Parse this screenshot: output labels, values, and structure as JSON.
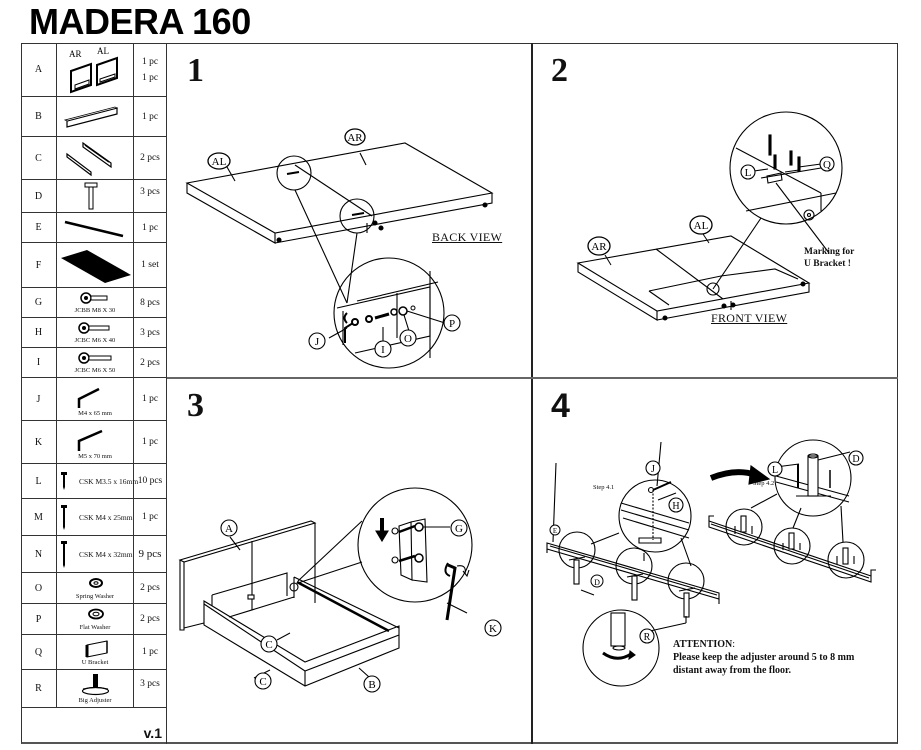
{
  "document": {
    "title": "MADERA 160",
    "version": "v.1"
  },
  "parts": [
    {
      "id": "A",
      "labels": [
        "AR",
        "AL"
      ],
      "qty": [
        "1 pc",
        "1 pc"
      ],
      "icon": "headboard-panels-icon"
    },
    {
      "id": "B",
      "qty": [
        "1 pc"
      ],
      "icon": "foot-board-icon"
    },
    {
      "id": "C",
      "qty": [
        "2 pcs"
      ],
      "icon": "side-rails-icon"
    },
    {
      "id": "D",
      "qty": [
        "3 pcs"
      ],
      "icon": "support-leg-icon"
    },
    {
      "id": "E",
      "qty": [
        "1 pc"
      ],
      "icon": "center-beam-icon"
    },
    {
      "id": "F",
      "qty": [
        "1 set"
      ],
      "icon": "slat-base-icon"
    },
    {
      "id": "G",
      "caption": "JCBB M8 X 30",
      "qty": [
        "8 pcs"
      ],
      "icon": "bolt-icon"
    },
    {
      "id": "H",
      "caption": "JCBC M6 X 40",
      "qty": [
        "3 pcs"
      ],
      "icon": "bolt-icon"
    },
    {
      "id": "I",
      "caption": "JCBC M6 X 50",
      "qty": [
        "2 pcs"
      ],
      "icon": "bolt-icon"
    },
    {
      "id": "J",
      "caption": "M4 x 65 mm",
      "qty": [
        "1 pc"
      ],
      "icon": "allen-key-icon"
    },
    {
      "id": "K",
      "caption": "M5 x 70 mm",
      "qty": [
        "1 pc"
      ],
      "icon": "allen-key-icon"
    },
    {
      "id": "L",
      "caption": "CSK M3.5 x 16mm",
      "qty": [
        "10 pcs"
      ],
      "icon": "screw-icon"
    },
    {
      "id": "M",
      "caption": "CSK M4 x 25mm",
      "qty": [
        "1 pc"
      ],
      "icon": "screw-icon"
    },
    {
      "id": "N",
      "caption": "CSK M4 x 32mm",
      "qty": [
        "9 pcs"
      ],
      "icon": "screw-icon"
    },
    {
      "id": "O",
      "caption": "Spring Washer",
      "qty": [
        "2 pcs"
      ],
      "icon": "spring-washer-icon"
    },
    {
      "id": "P",
      "caption": "Flat Washer",
      "qty": [
        "2 pcs"
      ],
      "icon": "flat-washer-icon"
    },
    {
      "id": "Q",
      "caption": "U Bracket",
      "qty": [
        "1 pc"
      ],
      "icon": "u-bracket-icon"
    },
    {
      "id": "R",
      "caption": "Big Adjuster",
      "qty": [
        "3 pcs"
      ],
      "icon": "adjuster-foot-icon"
    }
  ],
  "steps": [
    {
      "number": "1",
      "view": "BACK VIEW",
      "callouts": [
        "AL",
        "AR",
        "J",
        "I",
        "O",
        "P"
      ]
    },
    {
      "number": "2",
      "view": "FRONT VIEW",
      "callouts": [
        "AR",
        "AL",
        "L",
        "Q"
      ],
      "note": [
        "Marking for",
        "U Bracket !"
      ]
    },
    {
      "number": "3",
      "callouts": [
        "A",
        "C",
        "C",
        "B",
        "G",
        "K"
      ]
    },
    {
      "number": "4",
      "substeps": [
        "Step 4.1",
        "Step 4.2"
      ],
      "callouts": [
        "J",
        "H",
        "E",
        "D",
        "R",
        "L",
        "D"
      ],
      "attention": {
        "heading": "ATTENTION",
        "colon": ":",
        "lines": [
          "Please keep the adjuster around 5 to 8 mm",
          "distant away from the floor."
        ]
      }
    }
  ]
}
